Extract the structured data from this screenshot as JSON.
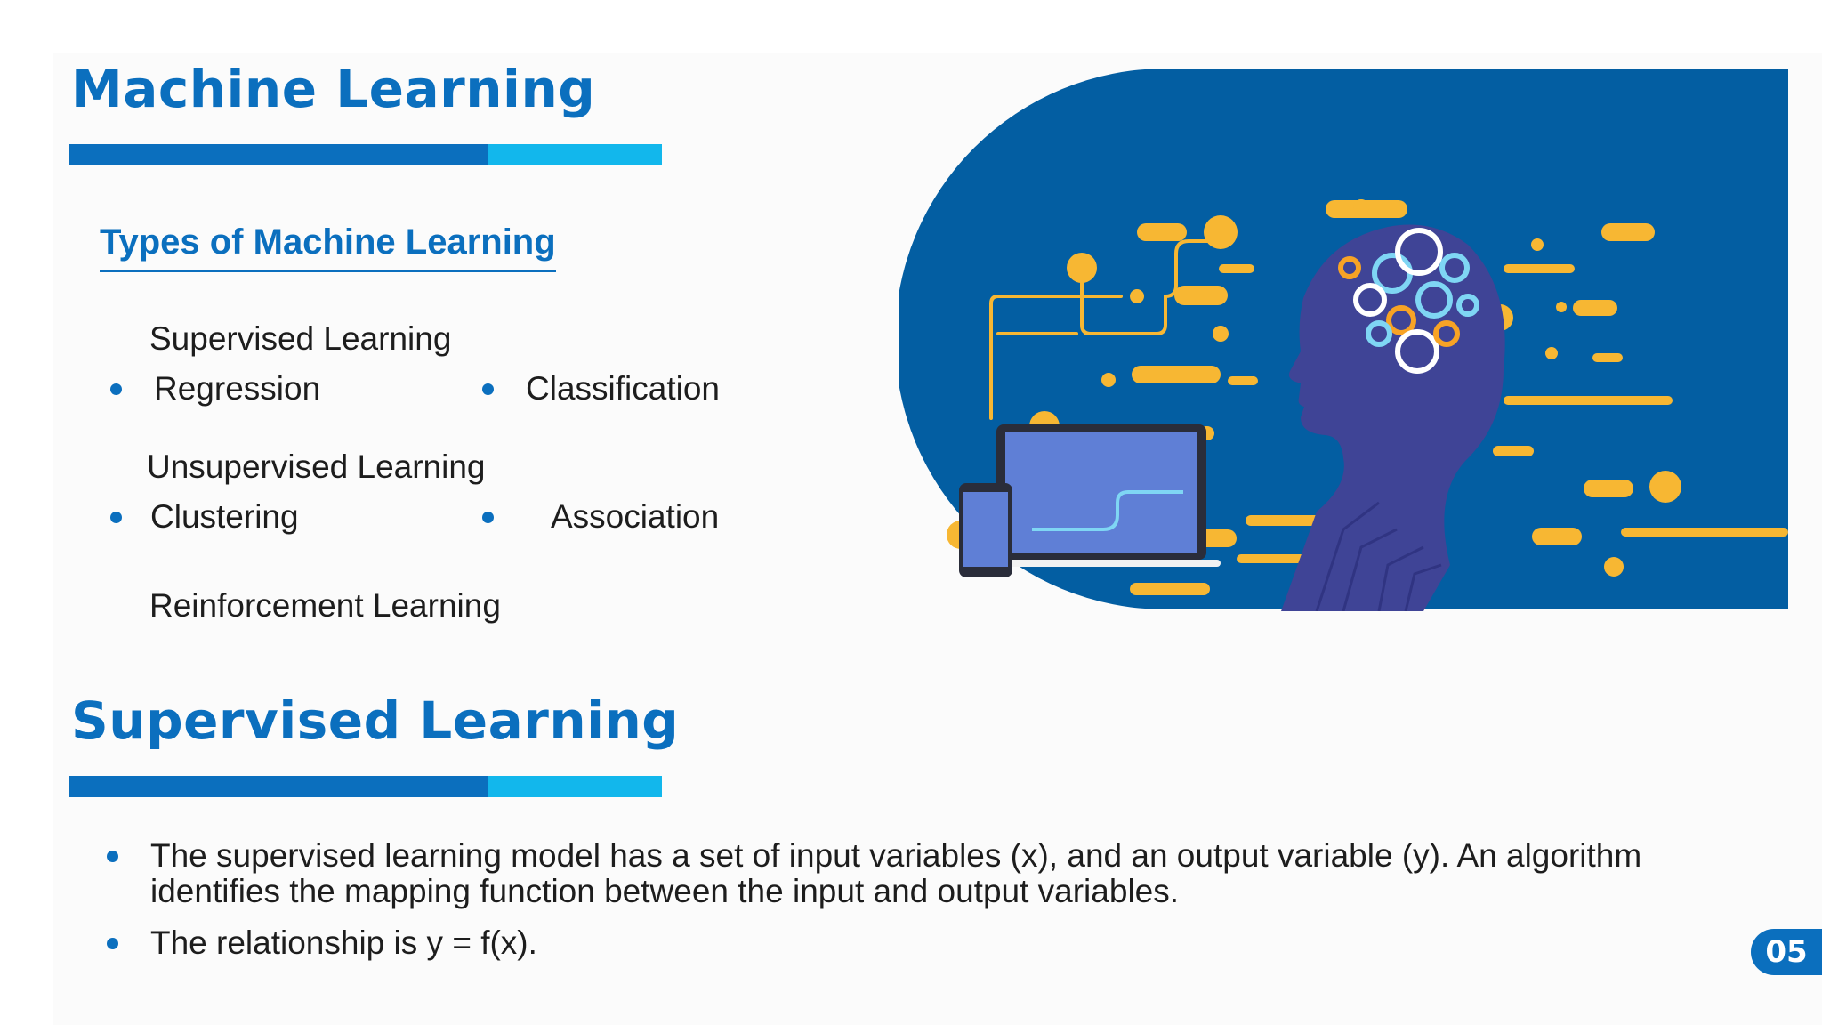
{
  "slide": {
    "title": "Machine Learning",
    "accent_colors": {
      "primary": "#0b6fbe",
      "secondary": "#12b7ec",
      "illustration_bg": "#035ea2",
      "highlight": "#f7b733"
    },
    "types_section": {
      "heading": "Types of Machine Learning",
      "groups": [
        {
          "name": "Supervised Learning",
          "items": [
            "Regression",
            "Classification"
          ]
        },
        {
          "name": "Unsupervised Learning",
          "items": [
            "Clustering",
            "Association"
          ]
        },
        {
          "name": "Reinforcement Learning",
          "items": []
        }
      ]
    },
    "illustration": {
      "icon": "ai-brain-gears-illustration"
    },
    "section2": {
      "title": "Supervised Learning",
      "bullets": [
        "The supervised learning model has a set of input variables (x), and an output variable (y). An algorithm identifies the mapping function between the input and output variables.",
        "The relationship is y = f(x)."
      ]
    },
    "page_number": "05"
  }
}
